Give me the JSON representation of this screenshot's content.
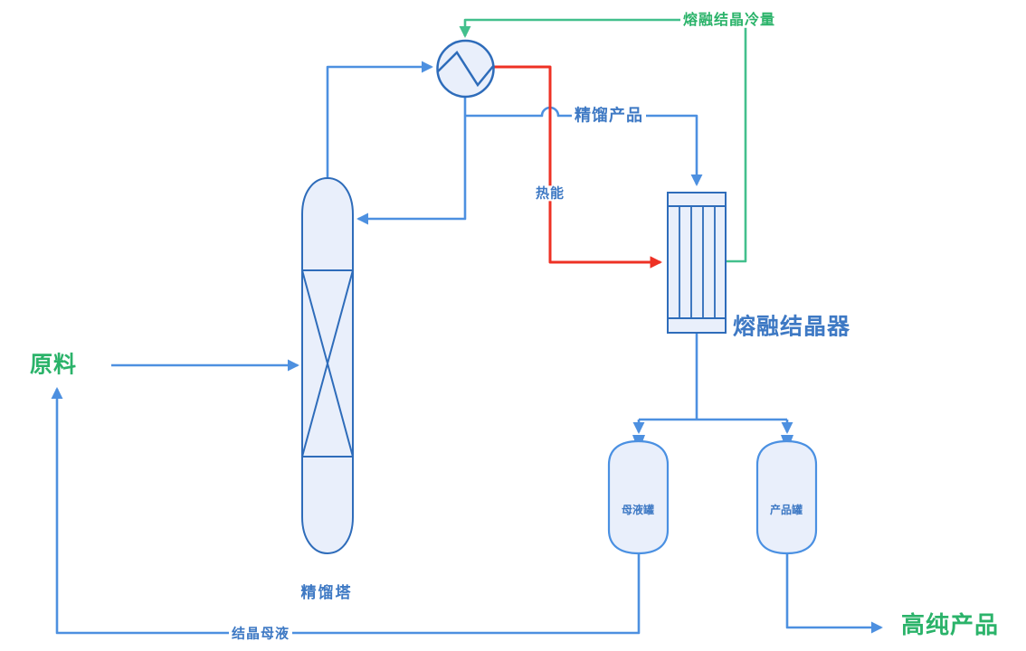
{
  "diagram_type": "process-flow-diagram",
  "colors": {
    "background": "#ffffff",
    "blue": "#4d90e0",
    "red": "#ee3124",
    "green_line": "#43c08d",
    "green_text": "#2bb36a",
    "label_blue": "#3e79c4",
    "equipment_stroke": "#2e6cba",
    "equipment_fill": "#e9effb",
    "tank_stroke": "#4a90e2"
  },
  "equipment": {
    "distillation_column": {
      "label": "精馏塔",
      "type": "packed distillation column"
    },
    "condenser": {
      "label": "",
      "type": "heat exchanger (circle with zigzag)"
    },
    "melt_crystallizer": {
      "label": "熔融结晶器",
      "type": "vertical tube crystallizer"
    },
    "mother_liquor_tank": {
      "label": "母液罐",
      "type": "storage tank"
    },
    "product_tank": {
      "label": "产品罐",
      "type": "storage tank"
    }
  },
  "streams": {
    "feed": {
      "label": "原料",
      "line": "blue",
      "text_color": "green"
    },
    "distillate": {
      "label": "精馏产品",
      "line": "blue",
      "text_color": "blue"
    },
    "heat": {
      "label": "热能",
      "line": "red",
      "text_color": "blue"
    },
    "cooling": {
      "label": "熔融结晶冷量",
      "line": "green",
      "text_color": "green"
    },
    "mother_liquor": {
      "label": "结晶母液",
      "line": "blue",
      "text_color": "blue"
    },
    "product": {
      "label": "高纯产品",
      "line": "blue",
      "text_color": "green"
    }
  }
}
